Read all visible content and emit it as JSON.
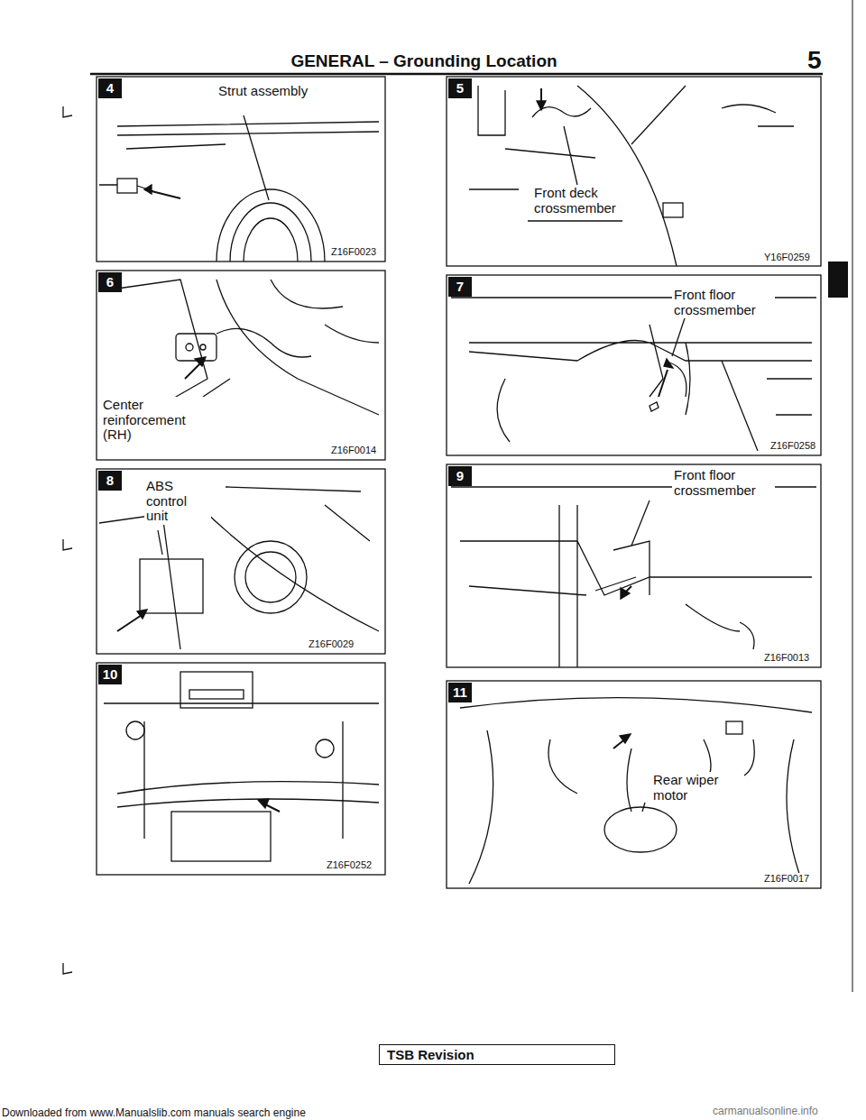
{
  "diagram": {
    "title": "GENERAL – Grounding Location",
    "nodes": [
      {
        "text": [
          "TSB Revision"
        ]
      }
    ],
    "labels": [
      "4",
      "Strut assembly",
      "Z16F0023",
      "5",
      "Front deck crossmember",
      "Y16F0259",
      "6",
      "Center reinforcement (RH)",
      "Z16F0014",
      "7",
      "Front floor crossmember",
      "Z16F0258",
      "8",
      "ABS control unit",
      "Z16F0029",
      "9",
      "Front floor crossmember",
      "Z16F0013",
      "10",
      "Z16F0252",
      "11",
      "Rear wiper motor",
      "Z16F0017",
      "5",
      "Downloaded from www.Manualslib.com manuals search engine",
      "carmanualsonline.info"
    ]
  }
}
